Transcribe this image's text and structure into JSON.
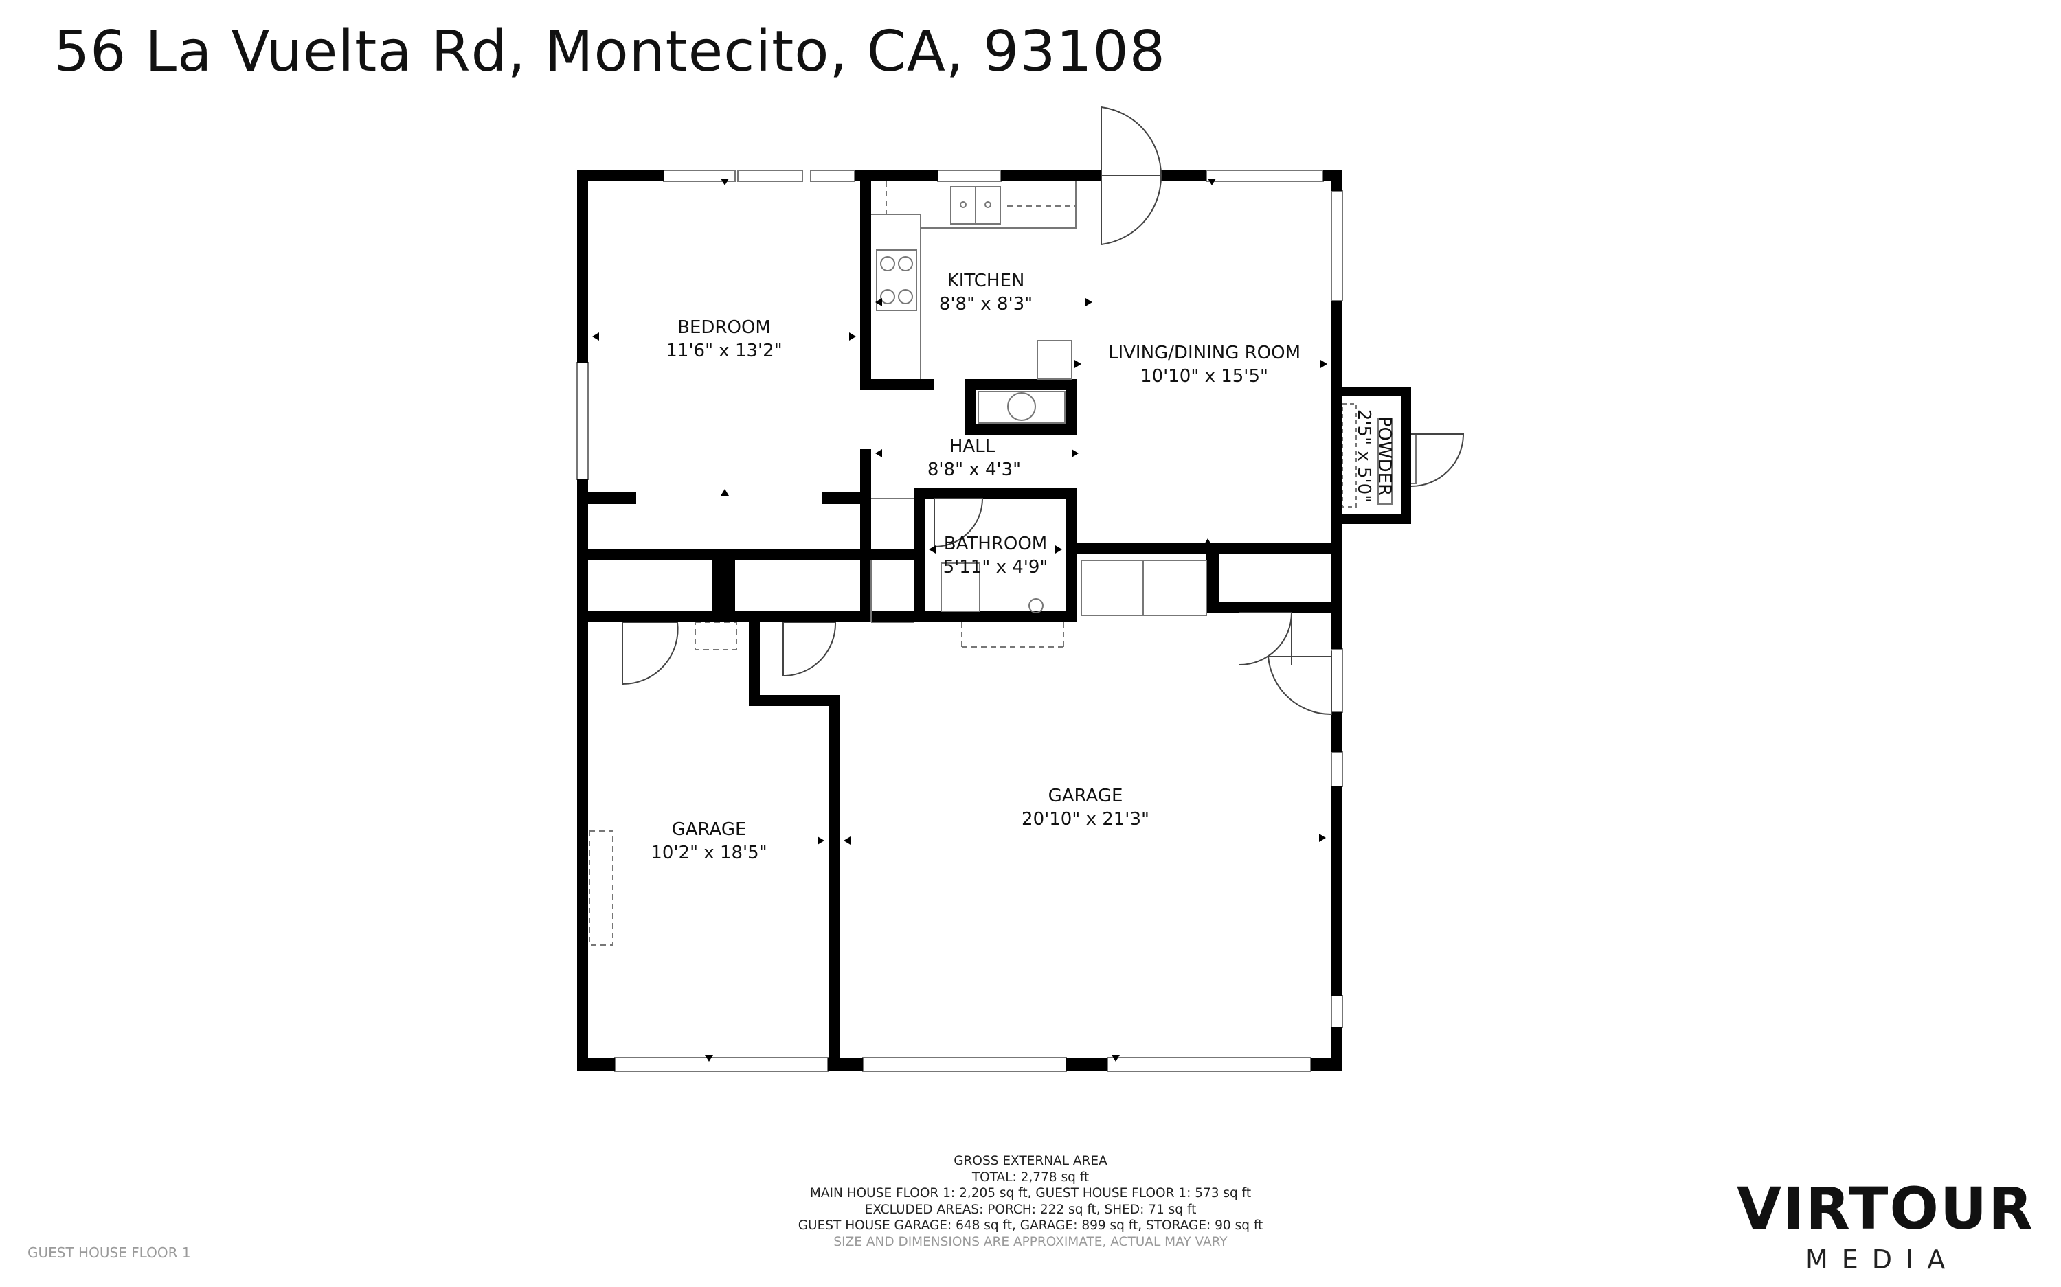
{
  "header": {
    "address": "56 La Vuelta Rd, Montecito, CA, 93108"
  },
  "rooms": [
    {
      "id": "bedroom",
      "name": "BEDROOM",
      "dims": "11'6\" x 13'2\""
    },
    {
      "id": "kitchen",
      "name": "KITCHEN",
      "dims": "8'8\" x 8'3\""
    },
    {
      "id": "living",
      "name": "LIVING/DINING ROOM",
      "dims": "10'10\" x 15'5\""
    },
    {
      "id": "hall",
      "name": "HALL",
      "dims": "8'8\" x 4'3\""
    },
    {
      "id": "bathroom",
      "name": "BATHROOM",
      "dims": "5'11\" x 4'9\""
    },
    {
      "id": "powder",
      "name": "POWDER",
      "dims": "2'5\" x 5'0\""
    },
    {
      "id": "garage_left",
      "name": "GARAGE",
      "dims": "10'2\" x 18'5\""
    },
    {
      "id": "garage_right",
      "name": "GARAGE",
      "dims": "20'10\" x 21'3\""
    }
  ],
  "footer": {
    "heading": "GROSS EXTERNAL AREA",
    "total": "TOTAL: 2,778 sq ft",
    "floors": "MAIN HOUSE FLOOR 1: 2,205 sq ft, GUEST HOUSE FLOOR 1: 573 sq ft",
    "excluded": "EXCLUDED AREAS: PORCH: 222 sq ft, SHED: 71 sq ft",
    "garages": "GUEST HOUSE GARAGE: 648 sq ft, GARAGE: 899 sq ft, STORAGE: 90 sq ft",
    "disclaimer": "SIZE AND DIMENSIONS ARE APPROXIMATE, ACTUAL MAY VARY"
  },
  "floor_label": "GUEST HOUSE FLOOR 1",
  "logo": {
    "brand": "VIRTOUR",
    "sub": "MEDIA"
  },
  "colors": {
    "wall": "#000000",
    "fixture": "#777777",
    "muted": "#9a9a9a"
  }
}
